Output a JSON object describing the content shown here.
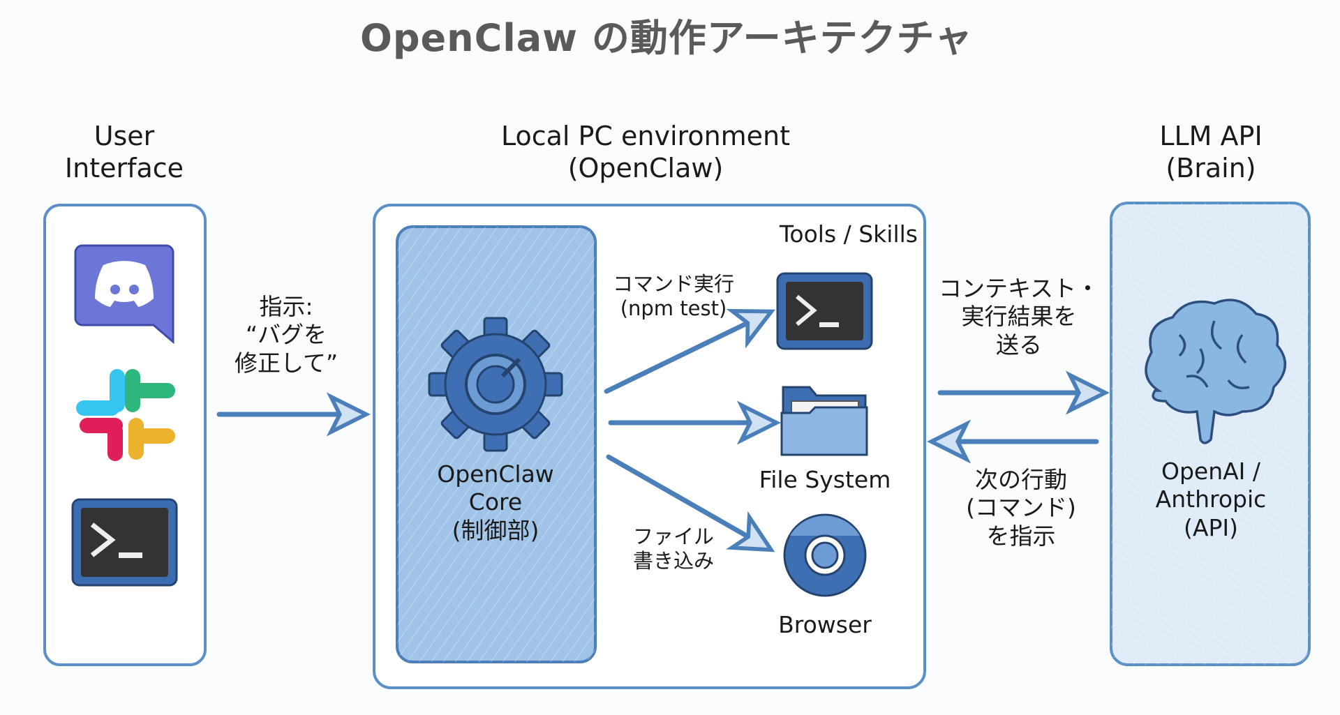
{
  "title": "OpenClaw の動作アーキテクチャ",
  "columns": {
    "user_interface": {
      "header": "User\nInterface",
      "icons": [
        "discord-icon",
        "slack-icon",
        "terminal-icon"
      ]
    },
    "local_pc": {
      "header": "Local PC environment\n(OpenClaw)",
      "core_label": "OpenClaw\nCore\n(制御部)",
      "tools_header": "Tools / Skills",
      "tools": [
        {
          "icon": "terminal-icon",
          "label": ""
        },
        {
          "icon": "folder-icon",
          "label": "File System"
        },
        {
          "icon": "browser-icon",
          "label": "Browser"
        }
      ],
      "arrow_labels": {
        "command": "コマンド実行\n(npm test)",
        "file_write": "ファイル\n書き込み"
      }
    },
    "llm_api": {
      "header": "LLM API\n(Brain)",
      "label": "OpenAI /\nAnthropic\n(API)"
    }
  },
  "arrows": {
    "instruction": "指示:\n“バグを\n修正して”",
    "send_context": "コンテキスト・\n実行結果を\n送る",
    "next_action": "次の行動\n(コマンド)\nを指示"
  },
  "colors": {
    "line": "#4a7fba",
    "core_fill": "#9fc4e8",
    "brain_panel": "#dfebf7",
    "arrow_fill": "#bcd6f0"
  }
}
